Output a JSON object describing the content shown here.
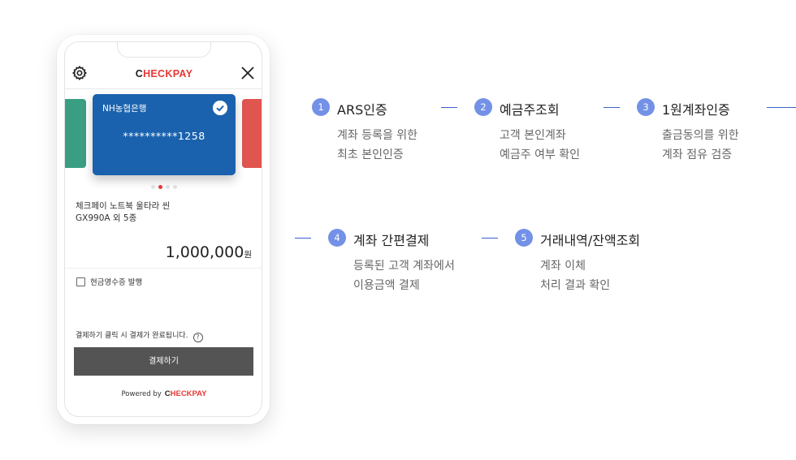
{
  "app": {
    "brand_prefix": "C",
    "brand_accent": "HECK",
    "brand_suffix": "PAY",
    "brand_color": "#e53935"
  },
  "header": {
    "settings_icon": "gear-icon",
    "close_icon": "close-icon"
  },
  "card": {
    "bank_name": "NH농협은행",
    "masked_number": "**********1258",
    "color": "#1a62ad",
    "selected": true
  },
  "carousel": {
    "page_count": 4,
    "active_index": 1
  },
  "product": {
    "name_line1": "체크페이 노트북 울타라 씬",
    "name_line2": "GX990A 외 5종"
  },
  "price": {
    "amount": "1,000,000",
    "unit": "원"
  },
  "receipt": {
    "label": "현금영수증 발행",
    "checked": false
  },
  "notice": {
    "text": "결제하기 클릭 시 결제가 완료됩니다.",
    "help_glyph": "?"
  },
  "pay_button": {
    "label": "결제하기"
  },
  "footer": {
    "powered_by": "Powered by"
  },
  "steps": [
    {
      "number": "1",
      "title": "ARS인증",
      "desc_line1": "계좌 등록을 위한",
      "desc_line2": "최초 본인인증"
    },
    {
      "number": "2",
      "title": "예금주조회",
      "desc_line1": "고객 본인계좌",
      "desc_line2": "예금주 여부 확인"
    },
    {
      "number": "3",
      "title": "1원계좌인증",
      "desc_line1": "출금동의를 위한",
      "desc_line2": "계좌 점유 검증"
    },
    {
      "number": "4",
      "title": "계좌 간편결제",
      "desc_line1": "등록된 고객 계좌에서",
      "desc_line2": "이용금액 결제"
    },
    {
      "number": "5",
      "title": "거래내역/잔액조회",
      "desc_line1": "계좌 이체",
      "desc_line2": "처리 결과 확인"
    }
  ],
  "colors": {
    "step_badge": "#7391e6",
    "connector": "#3a5fcd",
    "pay_button": "#545454"
  }
}
